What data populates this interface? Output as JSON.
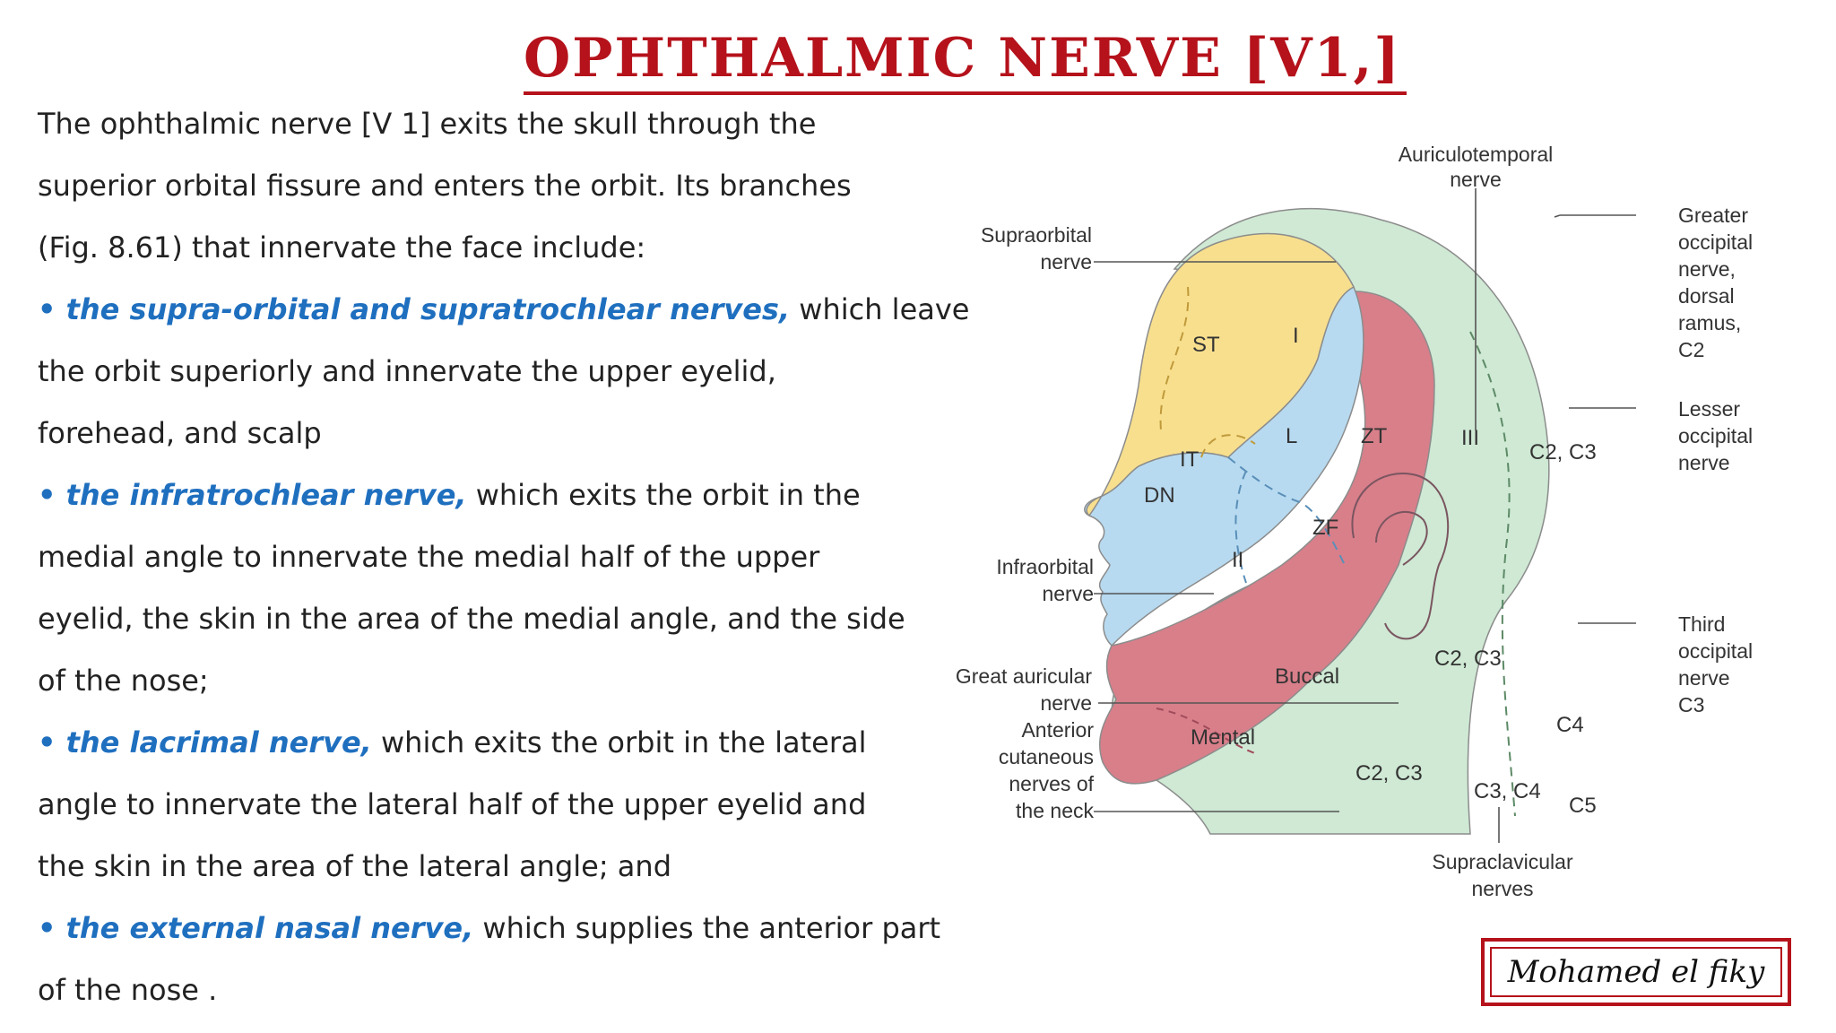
{
  "title": "OPHTHALMIC NERVE [V1,]",
  "paragraph": {
    "line1": "The ophthalmic nerve [V 1] exits the skull through the",
    "line2": "superior orbital fissure and enters the orbit. Its branches",
    "line3": "(Fig. 8.61) that innervate the face include:"
  },
  "bullets": [
    {
      "term": "• the supra-orbital and supratrochlear nerves,",
      "rest": " which leave",
      "lines": [
        "the orbit superiorly and innervate the upper eyelid,",
        "forehead, and scalp"
      ]
    },
    {
      "term": "• the infratrochlear nerve,",
      "rest": " which exits the orbit in the",
      "lines": [
        "medial angle to innervate the medial half of the upper",
        "eyelid, the skin in the area of the medial angle, and the side",
        "of the nose;"
      ]
    },
    {
      "term": "• the lacrimal nerve,",
      "rest": " which exits the orbit in the lateral",
      "lines": [
        "angle to innervate the lateral half of the upper eyelid and",
        "the skin in the area of the lateral angle; and"
      ]
    },
    {
      "term": "• the external nasal nerve,",
      "rest": " which supplies the anterior part",
      "lines": [
        "of the nose ."
      ]
    }
  ],
  "figure": {
    "labels": {
      "auriculotemporal": [
        "Auriculotemporal",
        "nerve"
      ],
      "supraorbital": [
        "Supraorbital",
        "nerve"
      ],
      "infraorbital": [
        "Infraorbital",
        "nerve"
      ],
      "great_auricular": [
        "Great auricular",
        "nerve"
      ],
      "anterior_cutaneous": [
        "Anterior",
        "cutaneous",
        "nerves of",
        "the neck"
      ],
      "greater_occipital": [
        "Greater",
        "occipital",
        "nerve,",
        "dorsal",
        "ramus,",
        "C2"
      ],
      "lesser_occipital": [
        "Lesser",
        "occipital",
        "nerve"
      ],
      "third_occipital": [
        "Third",
        "occipital",
        "nerve",
        "C3"
      ],
      "supraclavicular": [
        "Supraclavicular",
        "nerves"
      ]
    },
    "zones": {
      "st": "ST",
      "i": "I",
      "it": "IT",
      "l": "L",
      "zt": "ZT",
      "iii": "III",
      "c2c3_scalp": "C2, C3",
      "dn": "DN",
      "zf": "ZF",
      "ii": "II",
      "buccal": "Buccal",
      "c2c3_face": "C2, C3",
      "mental": "Mental",
      "c2c3_neck": "C2, C3",
      "c3c4": "C3, C4",
      "c4": "C4",
      "c5": "C5"
    },
    "colors": {
      "v1": "#f7df8e",
      "v2": "#b7daf0",
      "v3": "#d87f8a",
      "cervical": "#cfe9d4"
    }
  },
  "signature": "Mohamed el fiky"
}
